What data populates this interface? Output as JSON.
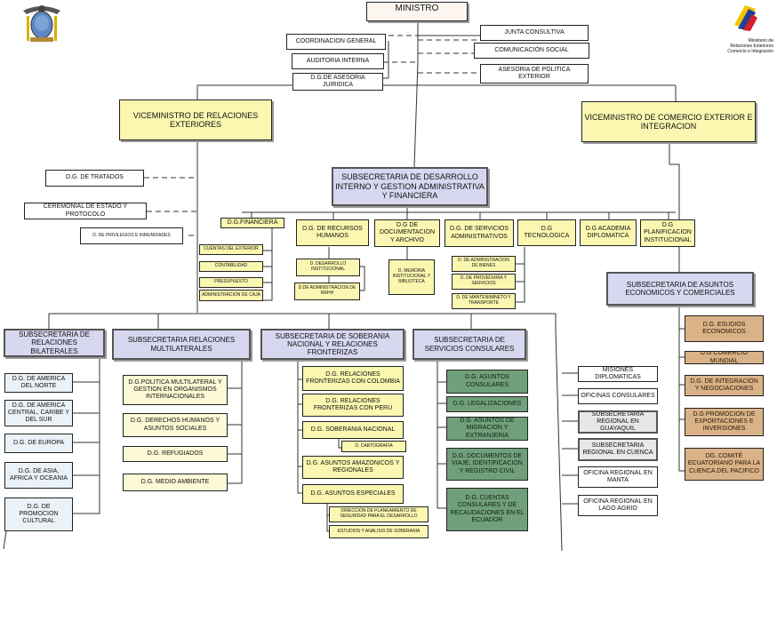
{
  "logo_right_text": [
    "Ministerio de",
    "Relaciones Exteriores",
    "Comercio e Integración"
  ],
  "colors": {
    "yellow": "#fbf7b0",
    "lilac": "#d7d7ef",
    "green": "#6fa07b",
    "tan": "#d9b287"
  },
  "top": {
    "ministro": "MINISTRO",
    "coordinacion": "COORDINACION GENERAL",
    "auditoria": "AUDITORIA INTERNA",
    "asesoria_juridica": "D.G.DE ASESORIA JUIRIDICA",
    "junta": "JUNTA CONSULTIVA",
    "comunicacion": "COMUNICACIÓN SOCIAL",
    "asesoria_politica": "ASESORIA DE POLITICA EXTERIOR"
  },
  "vice": {
    "relaciones": "VICEMINISTRO DE RELACIONES EXTERIORES",
    "comercio": "VICEMINISTRO DE COMERCIO EXTERIOR E INTEGRACION"
  },
  "left_units": {
    "tratados": "D.G. DE TRATADOS",
    "ceremonial": "CEREMONIAL DE ESTADO Y PROTOCOLO",
    "privilegios": "D. DE PRIVILEGIOS E INMUNIDADES"
  },
  "subsec_desarrollo": {
    "title": "SUBSECRETARIA DE DESARROLLO INTERNO Y GESTION ADMINISTRATIVA Y FINANCIERA",
    "dg_financiera": "D.G.FINANCIERA",
    "financiera_items": [
      "CUENTAS DEL EXTERIOR",
      "CONTABILIDAD",
      "PRESUPUESTO",
      "ADMINISTRACION DE CAJA"
    ],
    "dg_rrhh": "D.G. DE RECURSOS HUMANOS",
    "rrhh_items": [
      "D. DESARROLLO INSTITUCIONAL",
      "D.DE ADMINISTRACION DE RRHH"
    ],
    "dg_documentacion": "D.G DE DOCUMENTACION Y ARCHIVO",
    "documentacion_items": [
      "D. MEMORIA INSTITUCIONAL Y BIBLIOTECA"
    ],
    "dg_servicios": "D.G. DE SERVICIOS ADMINISTRATIVOS",
    "servicios_items": [
      "D. DE ADMINISTRACION DE BIENES",
      "D. DE PROVEDURIA Y SERVICIOS",
      "D. DE MANTENIMINETO Y TRANSPORTE"
    ],
    "dg_tecnologica": "D.G TECNOLOGICA",
    "dg_academia": "D.G ACADEMIA DIPLOMATICA",
    "dg_planificacion": "D.G PLANIFICACION INSTITUCIONAL"
  },
  "subsec_economicos": {
    "title": "SUBSECRETARIA DE ASUNTOS ECONOMICOS Y COMERCIALES",
    "items": [
      "D.G. ESUDIOS ECONOMICOS",
      "D.G COMERCIO MUNDIAL",
      "D.G. DE INTEGRACION Y NEGOCIACIONES",
      "D.G PROMOCION DE EXPORTACIONES E INVERSIONES",
      "DG. COMITÉ ECUATORIANO PARA LA CUENCA DEL PACIFICO"
    ]
  },
  "subsec_bilaterales": {
    "title": "SUBSECRETARIA DE RELACIONES BILATERALES",
    "items": [
      "D.G. DE AMERICA DEL NORTE",
      "D.G. DE AMERICA CENTRAL, CARIBE Y DEL SUR",
      "D.G. DE EUROPA",
      "D.G. DE ASIA, AFRICA Y OCEANIA",
      "D.G. DE PROMOCION CULTURAL"
    ]
  },
  "subsec_multilaterales": {
    "title": "SUBSECRETARIA RELACIONES MULTILATERALES",
    "items": [
      "D.G.POLITICA MULTILATERAL Y GESTION EN ORGANISMOS INTERNACIONALES",
      "D.G. DERECHOS HUMANOS Y ASUNTOS SOCIALES",
      "D.G. REFUGIADOS",
      "D.G. MEDIO AMBIENTE"
    ]
  },
  "subsec_soberania": {
    "title": "SUBSECRETARIA DE SOBERANIA NACIONAL Y RELACIONES FRONTERIZAS",
    "items": [
      "D.G. RELACIONES FRONTERIZAS CON COLOMBIA",
      "D.G. RELACIONES FRONTERIZAS CON PERU",
      "D.G. SOBERANIA NACIONAL",
      "D.G. ASUNTOS AMAZONICOS Y REGIONALES",
      "D.G. ASUNTOS ESPECIALES"
    ],
    "cartografia": "D. CARTOGRAFIA",
    "sub_especiales": [
      "DIRECCION DE PLANEAMIENTO DE SEGURIDAD PARA EL DESARROLLO",
      "ESTUDIOS Y ANALISIS DE SOBERANIA"
    ]
  },
  "subsec_consulares": {
    "title": "SUBSECRETARIA DE SERVICIOS CONSULARES",
    "items": [
      "D.G. ASUNTOS CONSULARES",
      "D.G. LEGALIZACIONES",
      "D.G. ASUNTOS DE MIGRACION Y EXTRANJERIA",
      "D.G. DOCUMENTOS DE VIAJE, IDENTIFICACION Y REGISTRO CIVIL",
      "D.G. CUENTAS CONSULARES Y DE RECAUDACIONES EN EL ECUADOR"
    ]
  },
  "right_units": {
    "misiones": "MISIONES DIPLOMATICAS",
    "oficinas": "OFICINAS CONSULARES",
    "sub_guayaquil": "SUBSECRETARIA REGIONAL EN GUAYAQUIL",
    "sub_cuenca": "SUBSECRETARIA REGIONAL EN CUENCA",
    "of_manta": "OFICINA REGIONAL EN MANTA",
    "of_lago": "OFICINA REGIONAL EN LAGO AGRIO"
  }
}
